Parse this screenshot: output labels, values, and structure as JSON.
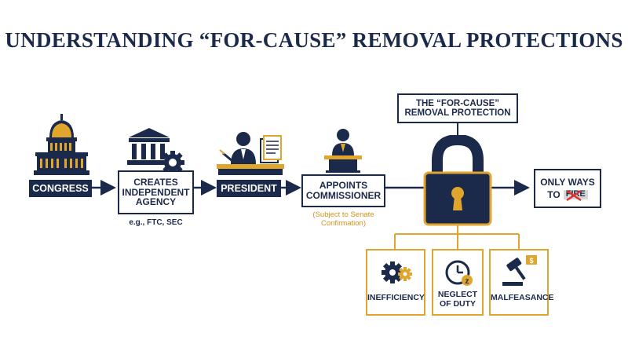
{
  "title": "UNDERSTANDING “FOR-CAUSE” REMOVAL PROTECTIONS",
  "colors": {
    "navy": "#1b2a4a",
    "gold": "#e0a52c",
    "red": "#d9342b",
    "white": "#ffffff"
  },
  "flow": {
    "congress": {
      "label": "CONGRESS",
      "icon": "capitol-dome-icon"
    },
    "agency": {
      "lines": [
        "CREATES",
        "INDEPENDENT",
        "AGENCY"
      ],
      "examples": "e.g., FTC, SEC",
      "icon": "government-building-gear-icon"
    },
    "president": {
      "label": "PRESIDENT",
      "icon": "president-at-desk-icon"
    },
    "commissioner": {
      "lines": [
        "APPOINTS",
        "COMMISSIONER"
      ],
      "note_lines": [
        "(Subject to Senate",
        "Confirmation)"
      ],
      "icon": "speaker-at-podium-icon"
    },
    "protection": {
      "lines": [
        "THE “FOR-CAUSE”",
        "REMOVAL PROTECTION"
      ],
      "icon": "padlock-icon"
    },
    "only_ways": {
      "line1": "ONLY WAYS",
      "line2_prefix": "TO",
      "struck_word": "FIRE"
    }
  },
  "causes": [
    {
      "label_lines": [
        "INEFFICIENCY"
      ],
      "icon": "gears-icon"
    },
    {
      "label_lines": [
        "NEGLECT",
        "OF DUTY"
      ],
      "icon": "clock-sleeping-icon"
    },
    {
      "label_lines": [
        "MALFEASANCE"
      ],
      "icon": "gavel-icon"
    }
  ]
}
